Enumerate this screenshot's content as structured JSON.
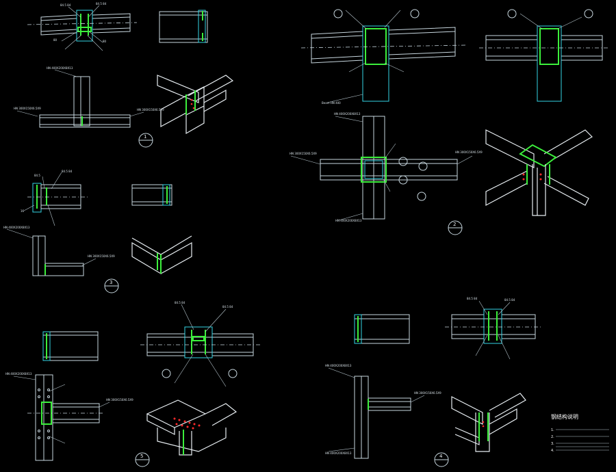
{
  "drawing": {
    "background": "#000000",
    "colors": {
      "linework": "#c9d8e0",
      "section_outline": "#35d6e6",
      "plates_welds": "#3cf03c",
      "bolts": "#ff2b2b",
      "text": "#ffffff"
    },
    "detail_symbols": [
      {
        "id": "1"
      },
      {
        "id": "2"
      },
      {
        "id": "3"
      },
      {
        "id": "4"
      },
      {
        "id": "5"
      }
    ],
    "notes": {
      "title": "钢结构说明",
      "items": [
        "1.",
        "2.",
        "3.",
        "4."
      ]
    }
  }
}
